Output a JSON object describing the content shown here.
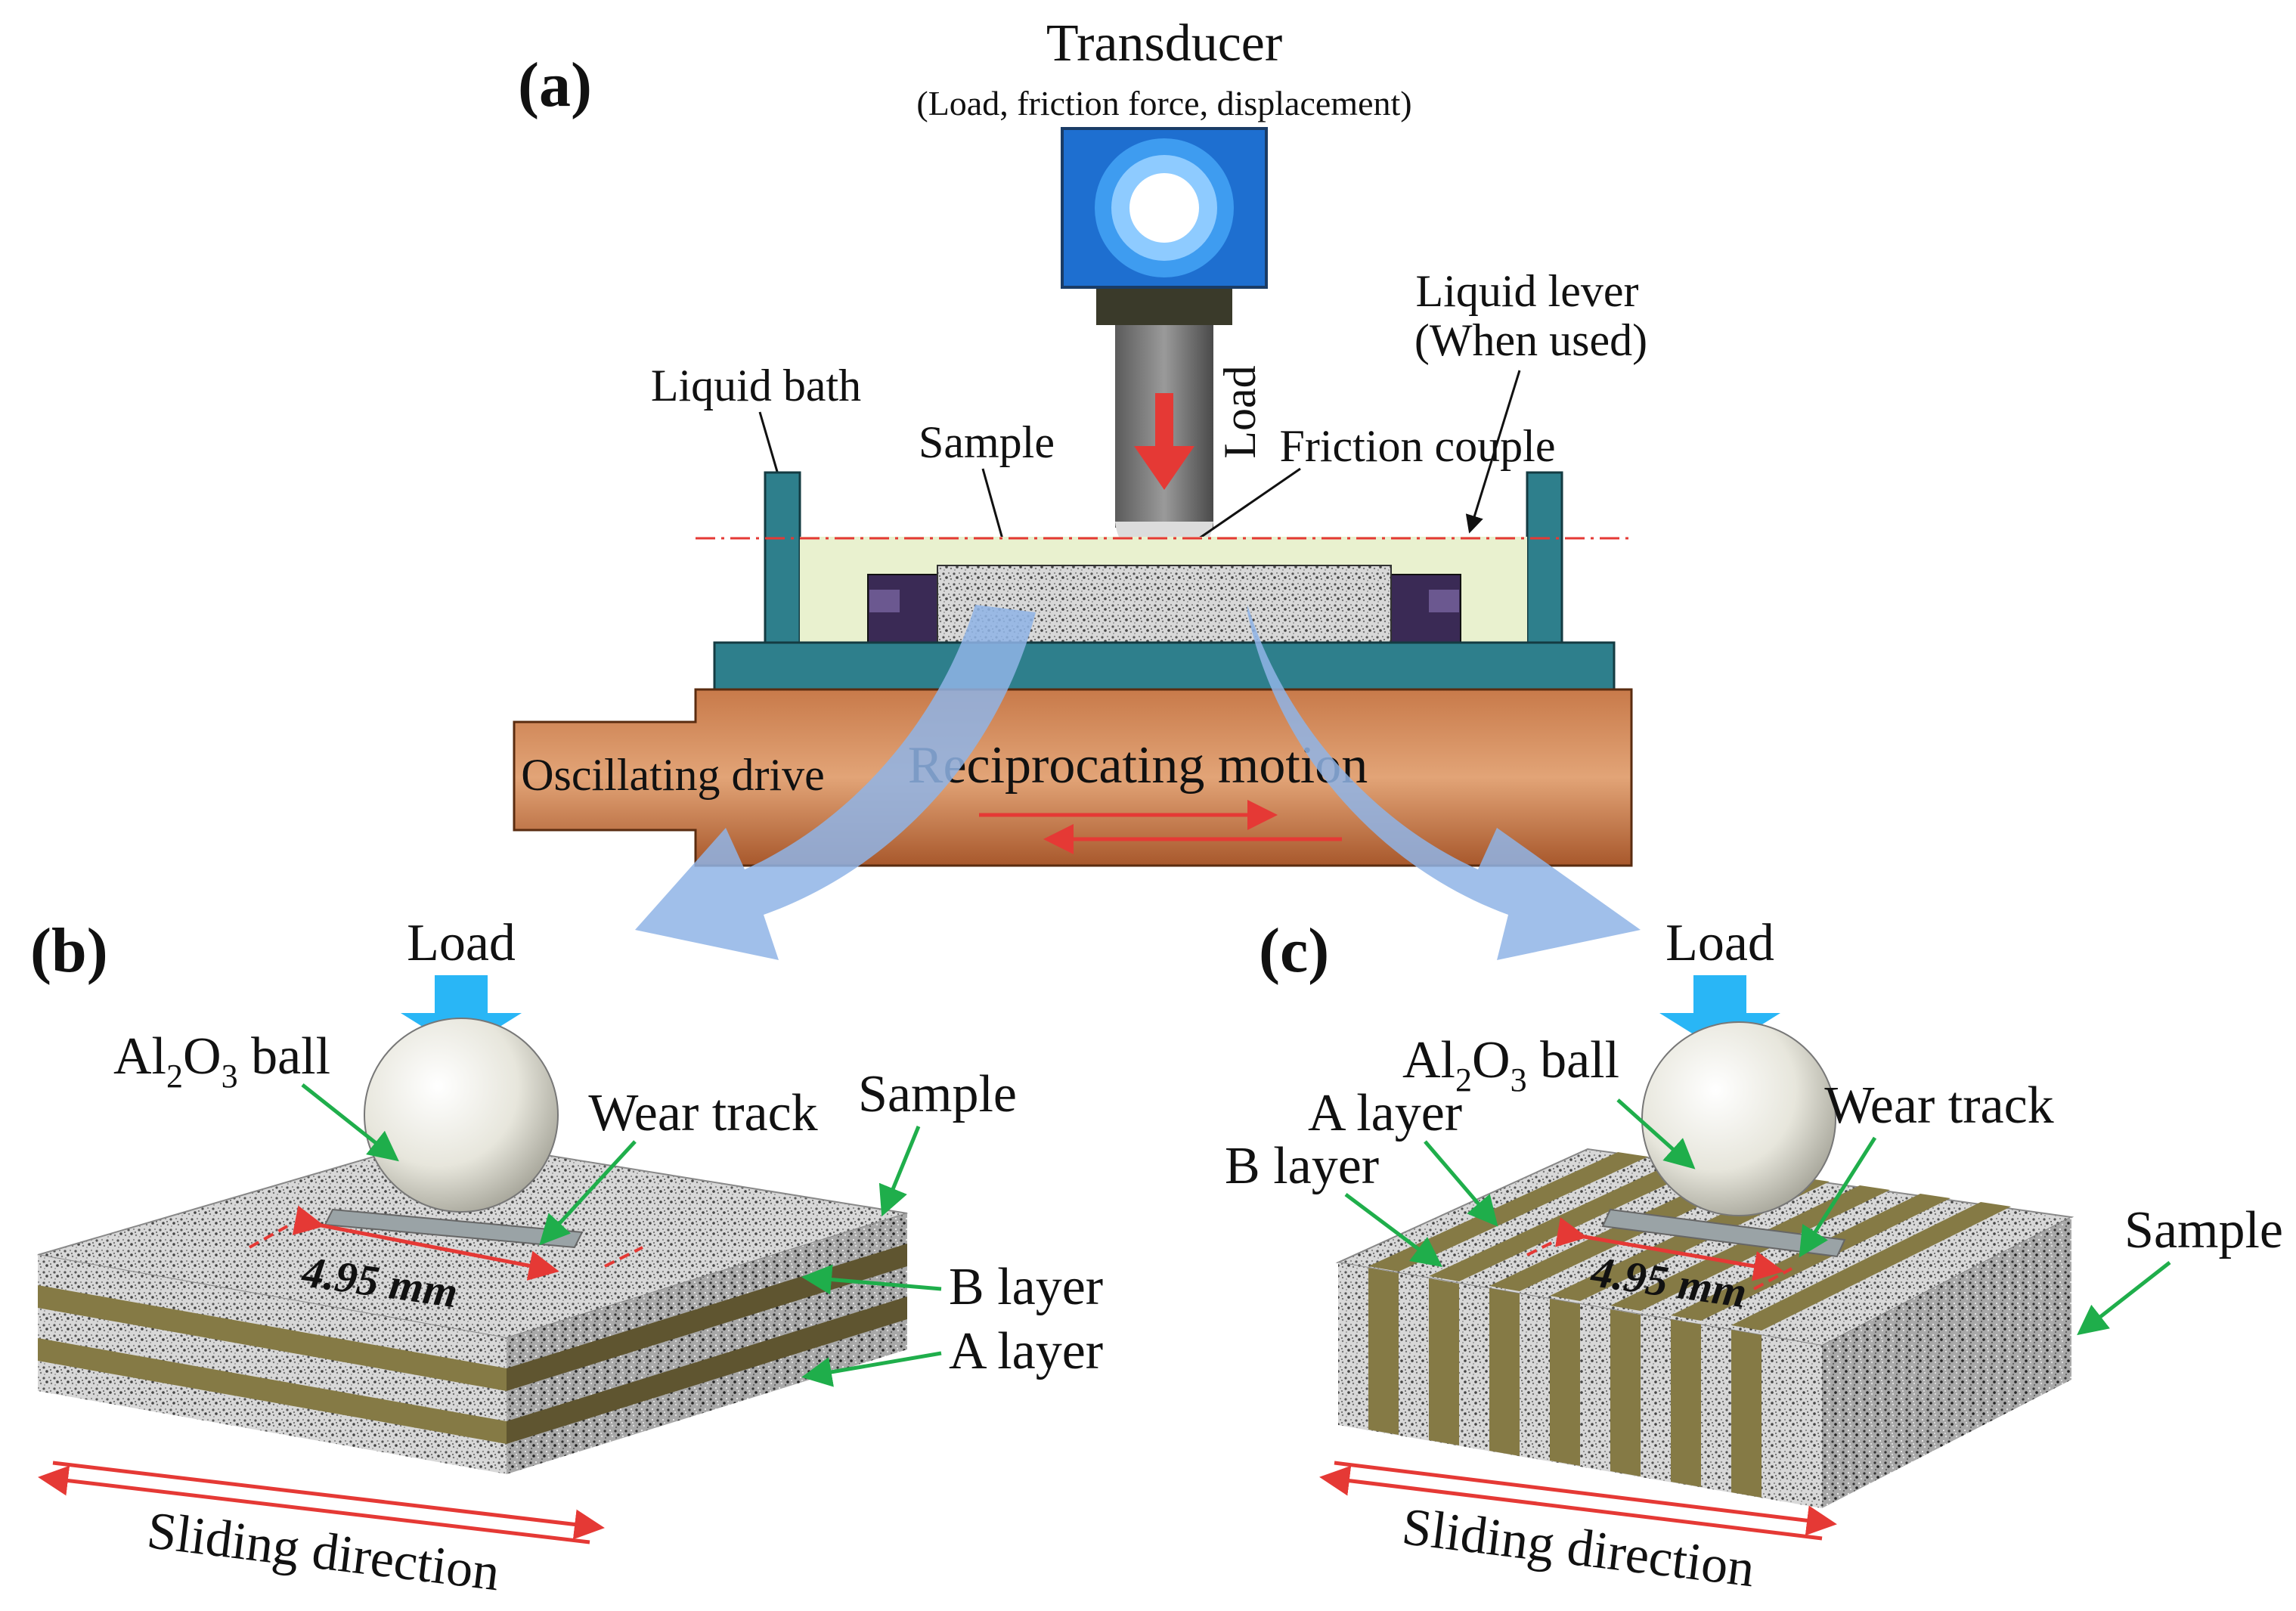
{
  "panels": {
    "a": "(a)",
    "b": "(b)",
    "c": "(c)"
  },
  "panel_a": {
    "transducer": "Transducer",
    "transducer_sub": "(Load, friction force, displacement)",
    "liquid_lever_1": "Liquid lever",
    "liquid_lever_2": "(When used)",
    "liquid_bath": "Liquid bath",
    "sample": "Sample",
    "load": "Load",
    "friction_couple": "Friction couple",
    "oscillating_drive": "Oscillating drive",
    "reciprocating_motion": "Reciprocating motion"
  },
  "panel_b": {
    "load": "Load",
    "ball_pre": "Al",
    "ball_sub1": "2",
    "ball_mid": "O",
    "ball_sub2": "3",
    "ball_post": " ball",
    "wear_track": "Wear track",
    "sample": "Sample",
    "dimension": "4.95 mm",
    "b_layer": "B layer",
    "a_layer": "A layer",
    "sliding_direction": "Sliding direction"
  },
  "panel_c": {
    "load": "Load",
    "ball_pre": "Al",
    "ball_sub1": "2",
    "ball_mid": "O",
    "ball_sub2": "3",
    "ball_post": " ball",
    "a_layer": "A layer",
    "b_layer": "B layer",
    "wear_track": "Wear track",
    "sample": "Sample",
    "dimension": "4.95 mm",
    "sliding_direction": "Sliding direction"
  },
  "colors": {
    "bath": "#2e7f8c",
    "bath_fill": "#e9f1cf",
    "drive": "#b8673a",
    "transducer_outer": "#1e88e5",
    "arrow_red": "#e53935",
    "arrow_green": "#1fae4b",
    "arrow_blue": "#8fb4e6",
    "load_arrow": "#29b6f6",
    "layer_olive": "#857a45"
  }
}
